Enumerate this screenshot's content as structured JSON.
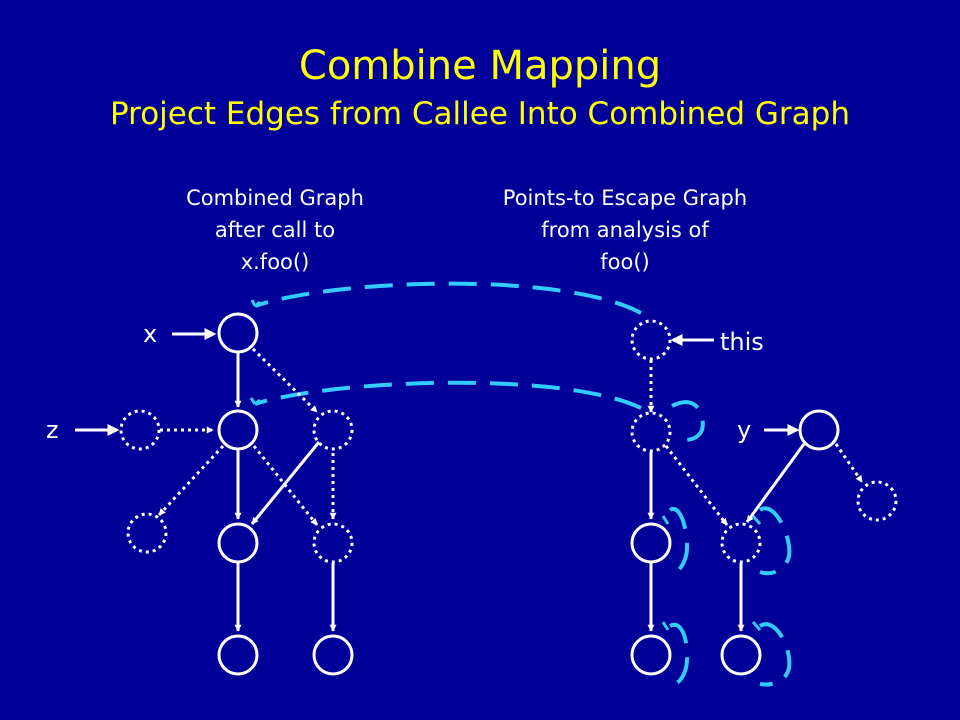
{
  "title": "Combine Mapping",
  "subtitle": "Project Edges from Callee Into Combined Graph",
  "captions": {
    "left": [
      "Combined Graph",
      "after call to",
      "x.foo()"
    ],
    "right": [
      "Points-to Escape Graph",
      "from analysis of",
      "foo()"
    ]
  },
  "variables": {
    "x": "x",
    "z": "z",
    "this": "this",
    "y": "y"
  },
  "colors": {
    "background": "#000099",
    "title": "#ffff00",
    "text": "#ffffff",
    "mapping": "#33ccff"
  }
}
